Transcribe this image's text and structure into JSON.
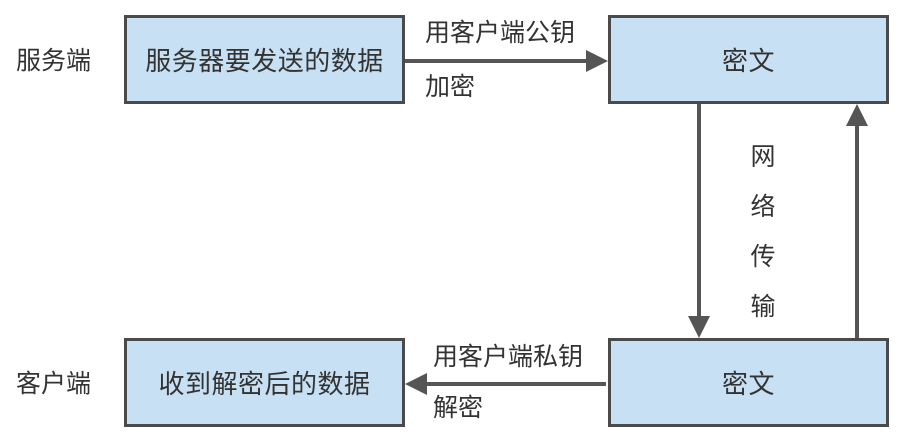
{
  "roles": {
    "server": "服务端",
    "client": "客户端"
  },
  "boxes": {
    "server_data": "服务器要发送的数据",
    "cipher_top": "密文",
    "cipher_bottom": "密文",
    "client_data": "收到解密后的数据"
  },
  "arrows": {
    "encrypt_top": "用客户端公钥",
    "encrypt_bottom": "加密",
    "decrypt_top": "用客户端私钥",
    "decrypt_bottom": "解密",
    "network_chars": [
      "网",
      "络",
      "传",
      "输"
    ]
  },
  "colors": {
    "box_fill": "#c7e0f3",
    "box_border": "#4a4a4a",
    "arrow": "#555555",
    "text": "#333333"
  }
}
